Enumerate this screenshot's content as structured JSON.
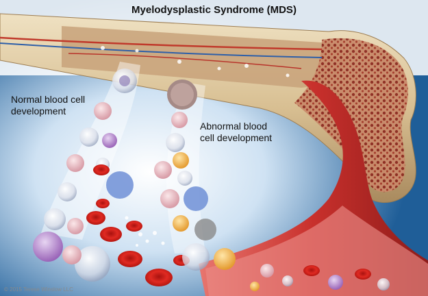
{
  "title": "Myelodysplastic Syndrome (MDS)",
  "labels": {
    "normal": [
      "Normal blood cell",
      "development"
    ],
    "abnormal": [
      "Abnormal blood",
      "cell development"
    ]
  },
  "copyright": "© 2015 Terese Winslow LLC",
  "colors": {
    "background": "#ffffff",
    "bone": "#d9c39a",
    "marrow": "#b23a2a",
    "vessel": "#c8302c",
    "fluid_blue": "#4f8fc9",
    "red_cell": "#d0201c"
  }
}
